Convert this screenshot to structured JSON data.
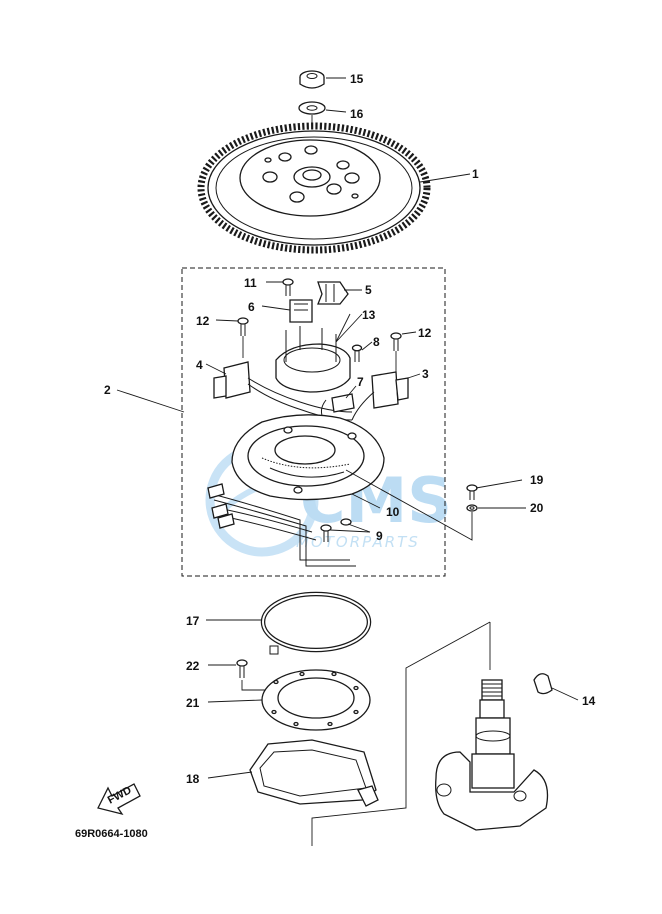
{
  "diagram_code": "69R0664-1080",
  "fwd_label": "FWD",
  "watermark": {
    "main": "CMS",
    "sub": "MOTORPARTS"
  },
  "callouts": {
    "c1": "1",
    "c2": "2",
    "c3": "3",
    "c4": "4",
    "c5": "5",
    "c6": "6",
    "c7": "7",
    "c8": "8",
    "c9": "9",
    "c10": "10",
    "c11": "11",
    "c12a": "12",
    "c12b": "12",
    "c13": "13",
    "c14": "14",
    "c15": "15",
    "c16": "16",
    "c17": "17",
    "c18": "18",
    "c19": "19",
    "c20": "20",
    "c21": "21",
    "c22": "22"
  }
}
